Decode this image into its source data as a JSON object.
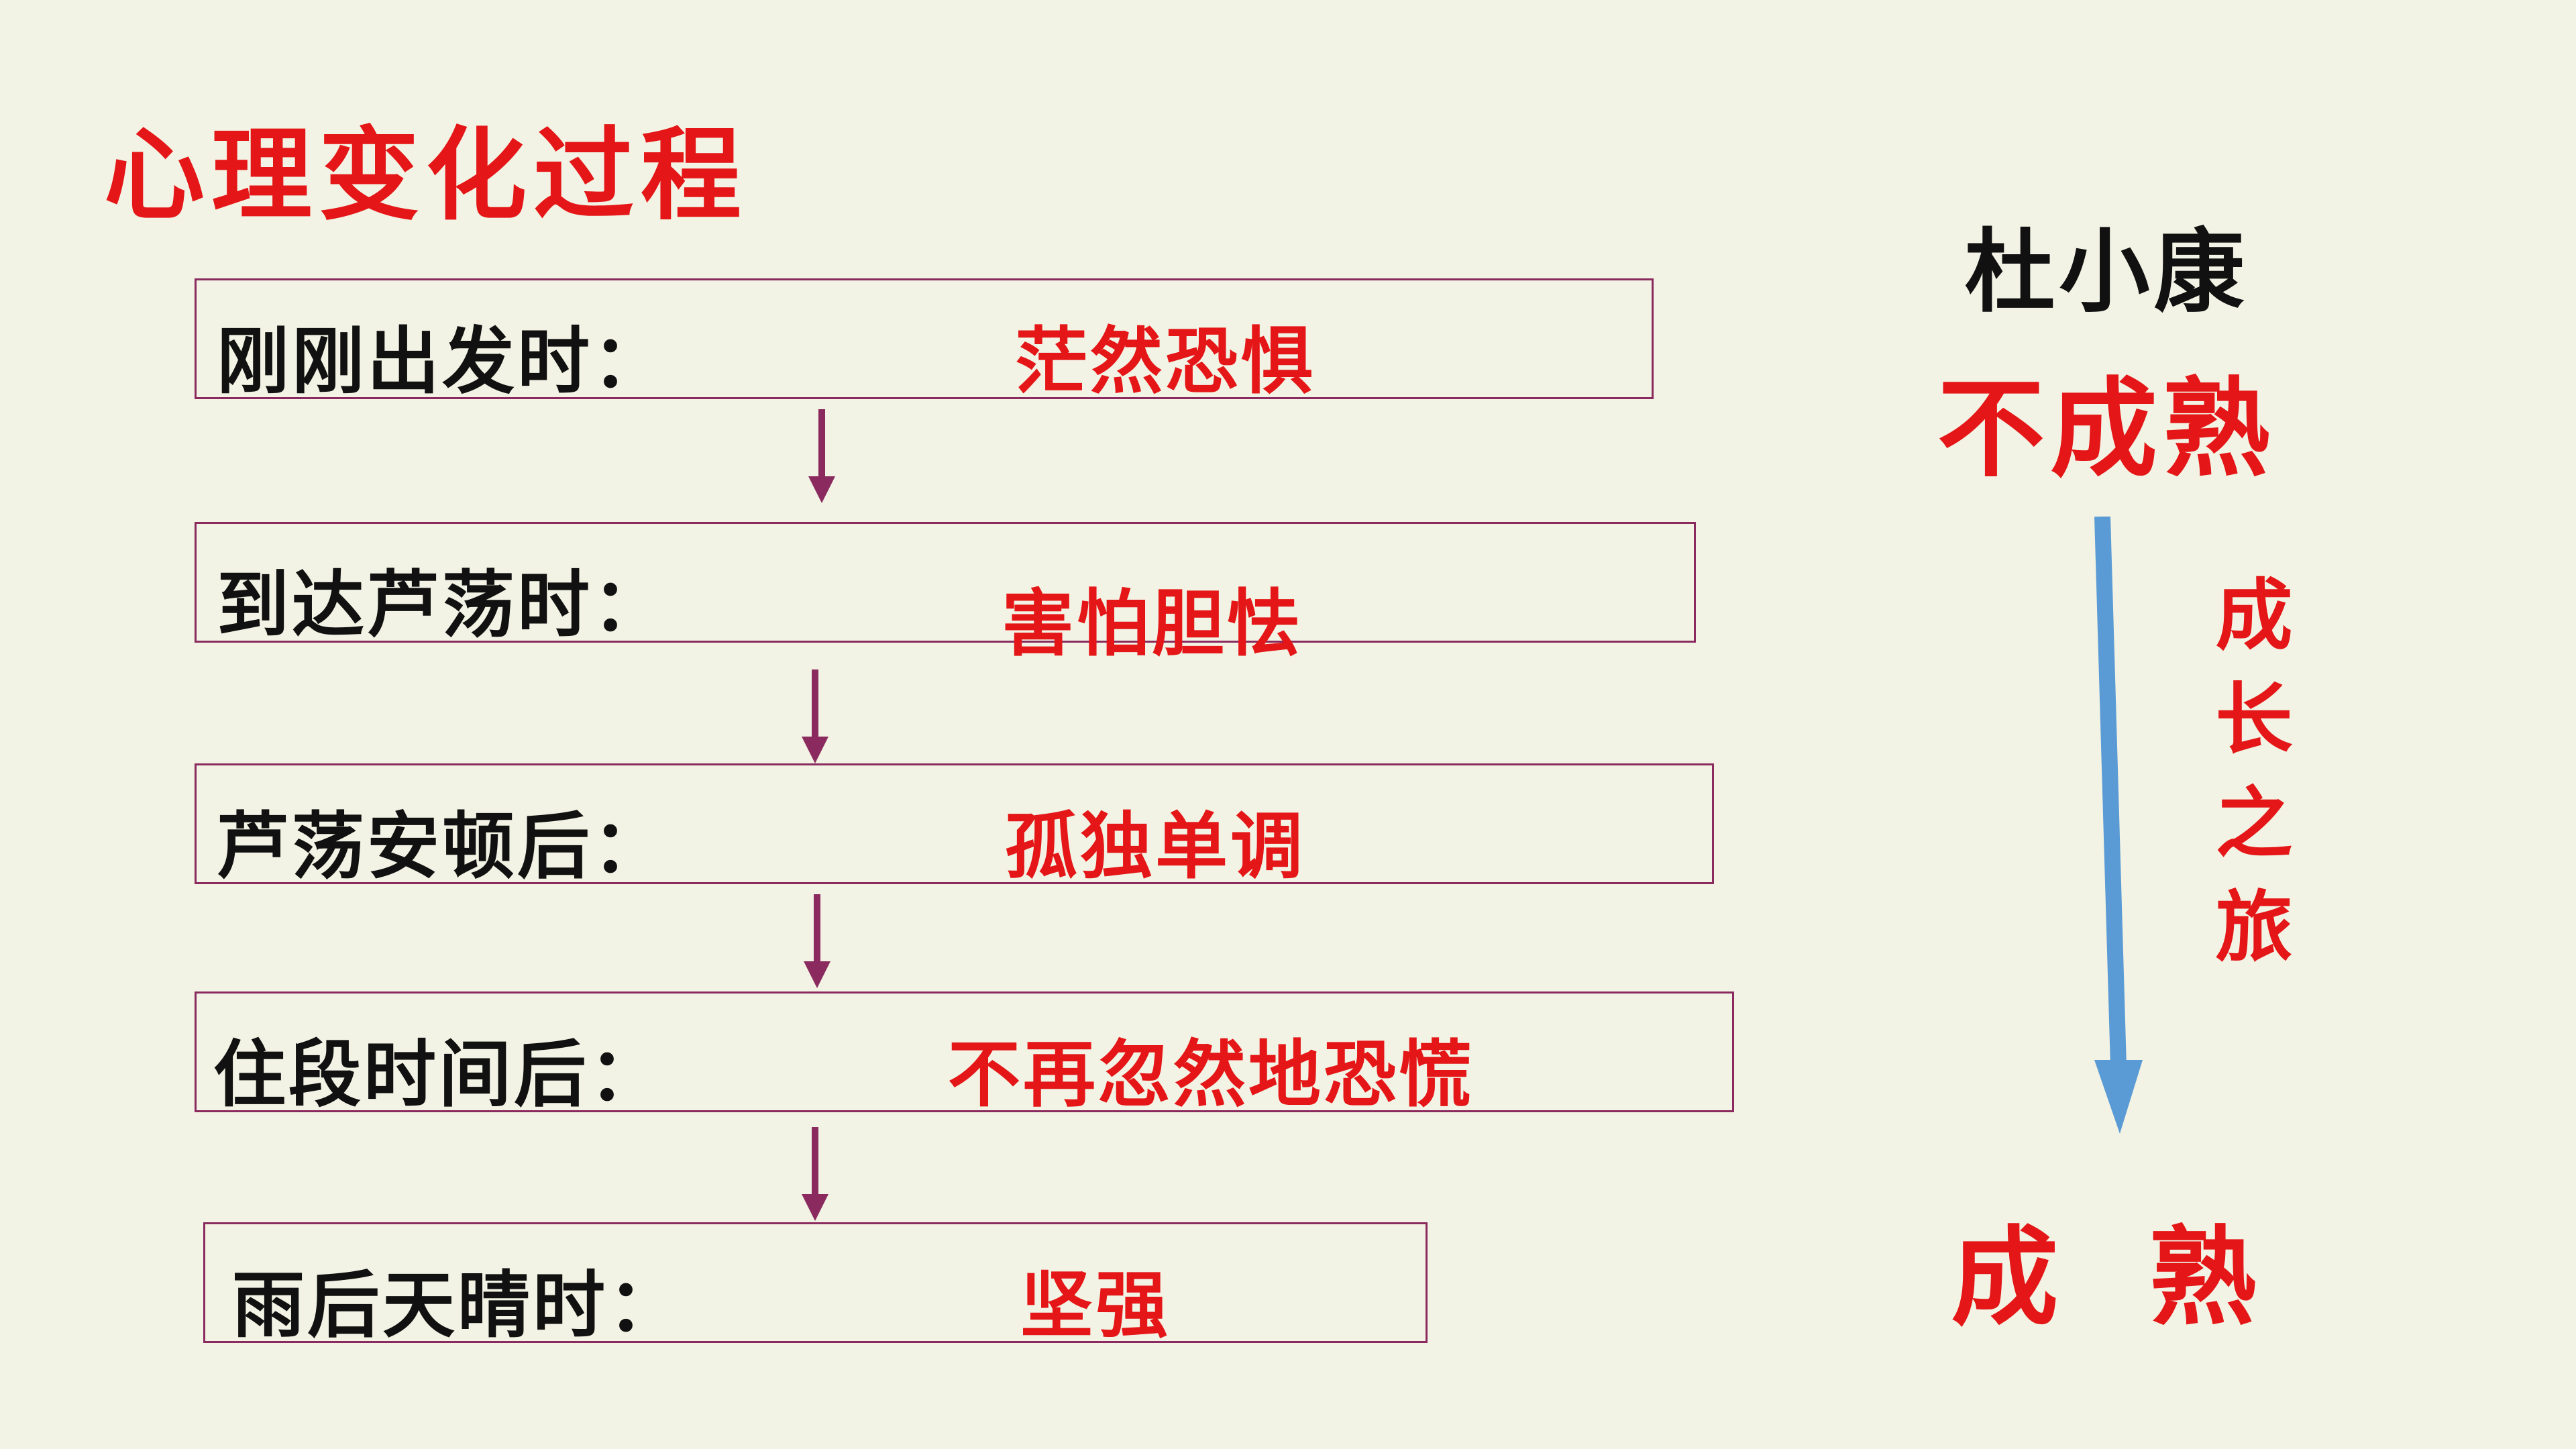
{
  "title": "心理变化过程",
  "stages": [
    {
      "label": "刚刚出发时：",
      "feeling": "茫然恐惧"
    },
    {
      "label": "到达芦荡时：",
      "feeling": "害怕胆怯"
    },
    {
      "label": "芦荡安顿后：",
      "feeling": "孤独单调"
    },
    {
      "label": "住段时间后：",
      "feeling": "不再忽然地恐慌"
    },
    {
      "label": "雨后天晴时：",
      "feeling": "坚强"
    }
  ],
  "character": {
    "name": "杜小康",
    "start_state": "不成熟",
    "end_state": "成  熟",
    "journey_label": [
      "成",
      "长",
      "之",
      "旅"
    ]
  },
  "colors": {
    "background": "#f2f3e4",
    "accent_red": "#e41617",
    "box_border": "#8a2a5e",
    "flow_arrow": "#8a2a5e",
    "journey_arrow": "#5b9bd5"
  }
}
